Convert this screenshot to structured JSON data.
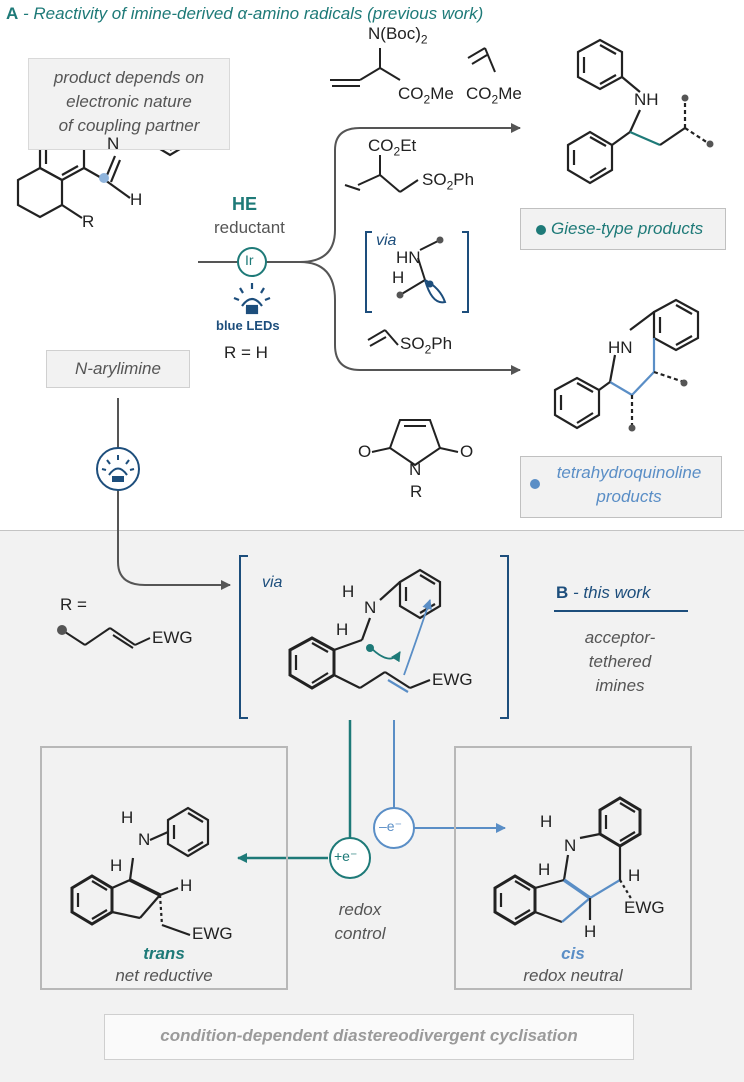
{
  "section_a": {
    "letter": "A",
    "title": " - Reactivity of imine-derived α-amino radicals (previous work)"
  },
  "note_box": {
    "lines": [
      "product depends on",
      "electronic nature",
      "of coupling partner"
    ]
  },
  "imine_label": "N-arylimine",
  "imine_atoms": {
    "n": "N",
    "h": "H",
    "r": "R"
  },
  "conditions": {
    "he": "HE",
    "reductant": "reductant",
    "catalyst": "Ir",
    "light": "blue LEDs",
    "r_eq": "R = H"
  },
  "reagents_top": {
    "nboc": "N(Boc)",
    "nboc_sub": "2",
    "co2me_1": "CO",
    "co2me_1_sub": "2",
    "co2me_1_tail": "Me",
    "co2me_2": "CO",
    "co2me_2_sub": "2",
    "co2me_2_tail": "Me",
    "co2et": "CO",
    "co2et_sub": "2",
    "co2et_tail": "Et",
    "so2ph": "SO",
    "so2ph_sub": "2",
    "so2ph_tail": "Ph"
  },
  "via_top": {
    "via": "via",
    "hn": "HN",
    "h": "H"
  },
  "reagents_bottom": {
    "so2ph": "SO",
    "so2ph_sub": "2",
    "so2ph_tail": "Ph",
    "o_left": "O",
    "o_right": "O",
    "n": "N",
    "r": "R"
  },
  "giese": {
    "nh": "NH",
    "label": "Giese-type products"
  },
  "thq": {
    "hn": "HN",
    "line1": "tetrahydroquinoline",
    "line2": "products"
  },
  "section_b": {
    "letter": "B",
    "title": " - this work",
    "desc": [
      "acceptor-",
      "tethered",
      "imines"
    ]
  },
  "r_def": {
    "label": "R =",
    "ewg": "EWG"
  },
  "via_center": {
    "via": "via",
    "h1": "H",
    "n": "N",
    "h2": "H",
    "ewg": "EWG"
  },
  "electron": {
    "plus": "+e⁻",
    "minus": "–e⁻"
  },
  "redox": [
    "redox",
    "control"
  ],
  "trans": {
    "h_top": "H",
    "n": "N",
    "h_left": "H",
    "h_right": "H",
    "ewg": "EWG",
    "label": "trans",
    "sub": "net reductive"
  },
  "cis": {
    "h_top": "H",
    "n": "N",
    "h_left": "H",
    "h_right": "H",
    "h_bottom": "H",
    "ewg": "EWG",
    "label": "cis",
    "sub": "redox neutral"
  },
  "footer": "condition-dependent diastereodivergent cyclisation",
  "colors": {
    "teal": "#1e7a78",
    "navy": "#1d4e7c",
    "light_blue": "#5a8ec6",
    "panel_bg": "#f2f2f2",
    "border": "#b8b8b8",
    "arrow": "#555555"
  }
}
